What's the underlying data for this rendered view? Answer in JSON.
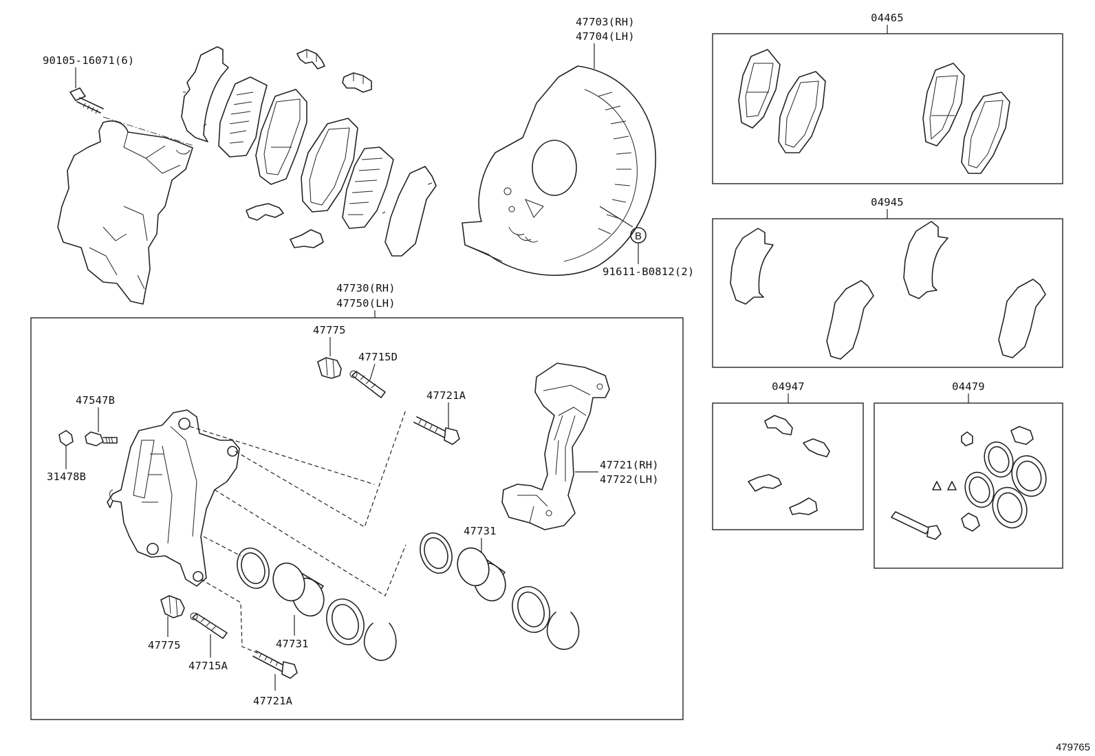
{
  "diagram_id": "479765",
  "callouts": {
    "bolt_90105": "90105-16071(6)",
    "shield_rh": "47703(RH)",
    "shield_lh": "47704(LH)",
    "caliper_rh": "47730(RH)",
    "caliper_lh": "47750(LH)",
    "clip_91611": "91611-B0812(2)",
    "ref_b": "B",
    "boot_top": "47775",
    "pin_d": "47715D",
    "bolt_top": "47721A",
    "bleeder": "47547B",
    "cap": "31478B",
    "mount_rh": "47721(RH)",
    "mount_lh": "47722(LH)",
    "piston_right": "47731",
    "piston_left": "47731",
    "boot_bottom": "47775",
    "pin_a": "47715A",
    "bolt_bottom": "47721A"
  },
  "kits": {
    "pad_kit": "04465",
    "shim_kit": "04945",
    "fitting_kit": "04947",
    "cylinder_kit": "04479"
  }
}
